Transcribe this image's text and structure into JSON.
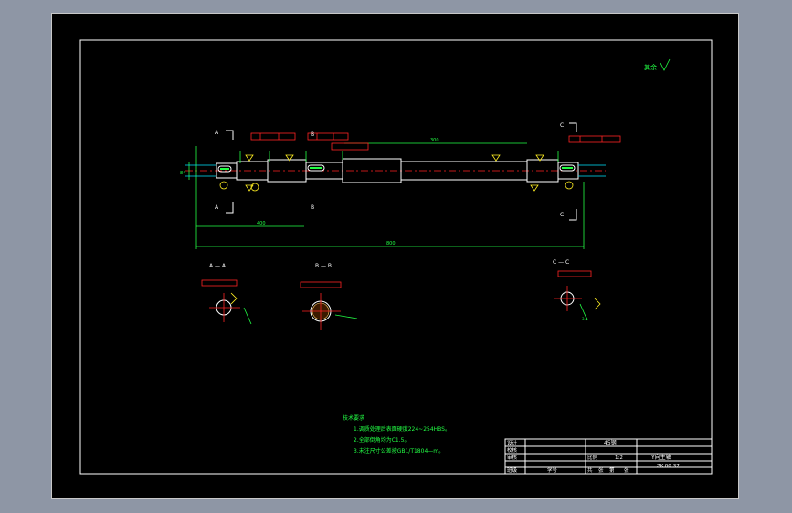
{
  "drawing": {
    "roughness_note": "其余",
    "section_labels": [
      "A",
      "A",
      "B",
      "B",
      "C",
      "C"
    ],
    "section_views": [
      "A — A",
      "B — B",
      "C — C"
    ],
    "dim_labels": {
      "overall_length": "800",
      "sub_length": "400",
      "mid_length": "300",
      "left_dim": "84",
      "section_rough": "3.2"
    }
  },
  "tech_requirements": {
    "title": "技术要求",
    "items": [
      "1.调质处理后表面硬度224~254HBS。",
      "2.全部倒角均为C1.5。",
      "3.未注尺寸公差按GB1/T1804—m。"
    ]
  },
  "title_block": {
    "material": "45钢",
    "scale_label": "比例",
    "scale_value": "1:2",
    "part_name": "Y向主轴",
    "drawing_no": "ZK-00-37",
    "rows": [
      "设计",
      "校核",
      "审核",
      "班级"
    ],
    "sheet_total_label": "共",
    "sheet_unit": "张",
    "sheet_no_label": "第",
    "sheet_unit2": "张",
    "student_id": "学号"
  }
}
